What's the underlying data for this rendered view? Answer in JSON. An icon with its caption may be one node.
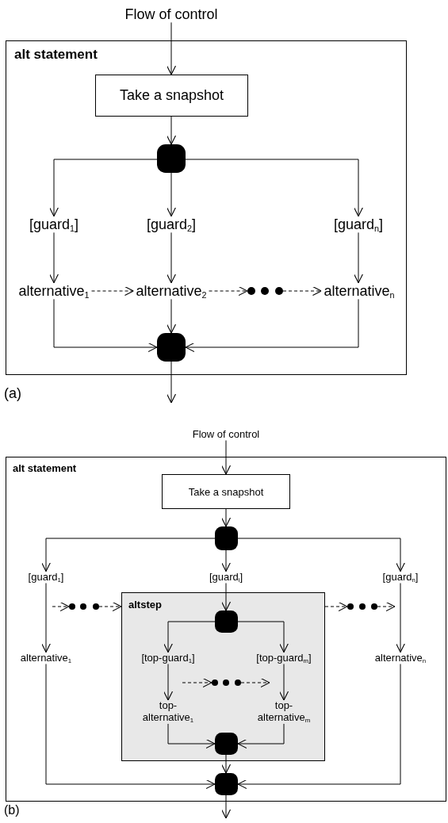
{
  "diagram": {
    "nodes": [
      {
        "text": [
          "alt statement"
        ]
      },
      {
        "text": [
          "Flow of control"
        ]
      },
      {
        "text": [
          "Take a snapshot"
        ],
        "in": 0
      },
      {
        "text": [],
        "shape": "box",
        "in": 0
      },
      {
        "text": [
          "[guard$_{1}$]"
        ],
        "in": 0
      },
      {
        "text": [
          "[guard$_{2}$]"
        ],
        "in": 0
      },
      {
        "text": [
          "[guard$_{n}$]"
        ],
        "in": 0
      },
      {
        "text": [
          "alternative$_{1}$"
        ],
        "in": 0
      },
      {
        "text": [
          "alternative$_{2}$"
        ],
        "in": 0
      },
      {
        "text": [],
        "shape": "circle",
        "in": 0
      },
      {
        "text": [],
        "shape": "circle",
        "in": 0
      },
      {
        "text": [],
        "shape": "circle",
        "in": 0
      },
      {
        "text": [
          "alternative$_{n}$"
        ],
        "in": 0
      },
      {
        "text": [],
        "shape": "box",
        "in": 0
      },
      {
        "text": [
          "alt statement"
        ]
      },
      {
        "text": [
          "Flow of control"
        ]
      },
      {
        "text": [
          "Take a snapshot"
        ],
        "in": 14
      },
      {
        "text": [],
        "shape": "box",
        "in": 14
      },
      {
        "text": [
          "[guard$_{1}$]"
        ],
        "in": 14
      },
      {
        "text": [
          "[guard$_{i}$]"
        ],
        "in": 14
      },
      {
        "text": [
          "[guard$_{n}$]"
        ],
        "in": 14
      },
      {
        "text": [],
        "shape": "circle",
        "in": 14
      },
      {
        "text": [],
        "shape": "circle",
        "in": 14
      },
      {
        "text": [],
        "shape": "circle",
        "in": 14
      },
      {
        "text": [
          "altstep"
        ],
        "in": 14
      },
      {
        "text": [],
        "shape": "box",
        "in": 24
      },
      {
        "text": [
          "[top-guard$_{1}$]"
        ],
        "in": 24
      },
      {
        "text": [
          "[top-guard$_{m}$]"
        ],
        "in": 24
      },
      {
        "text": [],
        "shape": "circle",
        "in": 24
      },
      {
        "text": [],
        "shape": "circle",
        "in": 24
      },
      {
        "text": [],
        "shape": "circle",
        "in": 24
      },
      {
        "text": [
          "top- alternative$_{1}$"
        ],
        "in": 24
      },
      {
        "text": [
          "top- alternative$_{m}$"
        ],
        "in": 24
      },
      {
        "text": [],
        "shape": "box",
        "in": 24
      },
      {
        "text": [],
        "shape": "circle",
        "in": 14
      },
      {
        "text": [],
        "shape": "circle",
        "in": 14
      },
      {
        "text": [],
        "shape": "circle",
        "in": 14
      },
      {
        "text": [
          "alternative$_{1}$"
        ],
        "in": 14
      },
      {
        "text": [
          "alternative$_{n}$"
        ],
        "in": 14
      },
      {
        "text": [],
        "shape": "box",
        "in": 14
      }
    ],
    "edges": [
      {
        "from": 1,
        "to": 2,
        "arrow": "to"
      },
      {
        "from": 2,
        "to": 3,
        "arrow": "to"
      },
      {
        "from": 3,
        "to": 4,
        "arrow": "to"
      },
      {
        "from": 3,
        "to": 5,
        "arrow": "to"
      },
      {
        "from": 3,
        "to": 6,
        "arrow": "to"
      },
      {
        "from": 4,
        "to": 7,
        "arrow": "to"
      },
      {
        "from": 5,
        "to": 8,
        "arrow": "to"
      },
      {
        "from": 6,
        "to": 12,
        "arrow": "to"
      },
      {
        "from": 7,
        "to": 8,
        "arrow": "to",
        "style": "dashed"
      },
      {
        "from": 8,
        "to": 9,
        "arrow": "to",
        "style": "dashed"
      },
      {
        "from": 11,
        "to": 12,
        "arrow": "to",
        "style": "dashed"
      },
      {
        "from": 7,
        "to": 13,
        "arrow": "to"
      },
      {
        "from": 8,
        "to": 13,
        "arrow": "to"
      },
      {
        "from": 12,
        "to": 13,
        "arrow": "to"
      },
      {
        "from": 13,
        "to": null,
        "arrow": "to"
      },
      {
        "from": 15,
        "to": 16,
        "arrow": "to"
      },
      {
        "from": 16,
        "to": 17,
        "arrow": "to"
      },
      {
        "from": 17,
        "to": 18,
        "arrow": "to"
      },
      {
        "from": 17,
        "to": 19,
        "arrow": "to"
      },
      {
        "from": 17,
        "to": 20,
        "arrow": "to"
      },
      {
        "from": null,
        "to": 21,
        "arrow": "to",
        "style": "dashed"
      },
      {
        "from": 23,
        "to": 24,
        "arrow": "to",
        "style": "dashed"
      },
      {
        "from": 19,
        "to": 25,
        "arrow": "to"
      },
      {
        "from": 25,
        "to": 26,
        "arrow": "to"
      },
      {
        "from": 25,
        "to": 27,
        "arrow": "to"
      },
      {
        "from": null,
        "to": 28,
        "arrow": "to",
        "style": "dashed"
      },
      {
        "from": 30,
        "to": 27,
        "arrow": "to",
        "style": "dashed"
      },
      {
        "from": 26,
        "to": 31,
        "arrow": "to"
      },
      {
        "from": 27,
        "to": 32,
        "arrow": "to"
      },
      {
        "from": 31,
        "to": 33,
        "arrow": "to"
      },
      {
        "from": 32,
        "to": 33,
        "arrow": "to"
      },
      {
        "from": 24,
        "to": 34,
        "arrow": "to",
        "style": "dashed"
      },
      {
        "from": 36,
        "to": null,
        "arrow": "to",
        "style": "dashed"
      },
      {
        "from": 18,
        "to": 37,
        "arrow": "to"
      },
      {
        "from": 20,
        "to": 38,
        "arrow": "to"
      },
      {
        "from": 33,
        "to": 39,
        "arrow": "to"
      },
      {
        "from": 37,
        "to": 39,
        "arrow": "to"
      },
      {
        "from": 38,
        "to": 39,
        "arrow": "to"
      },
      {
        "from": 39,
        "to": null,
        "arrow": "to"
      }
    ],
    "labels": [
      "(a)",
      "(b)"
    ]
  }
}
